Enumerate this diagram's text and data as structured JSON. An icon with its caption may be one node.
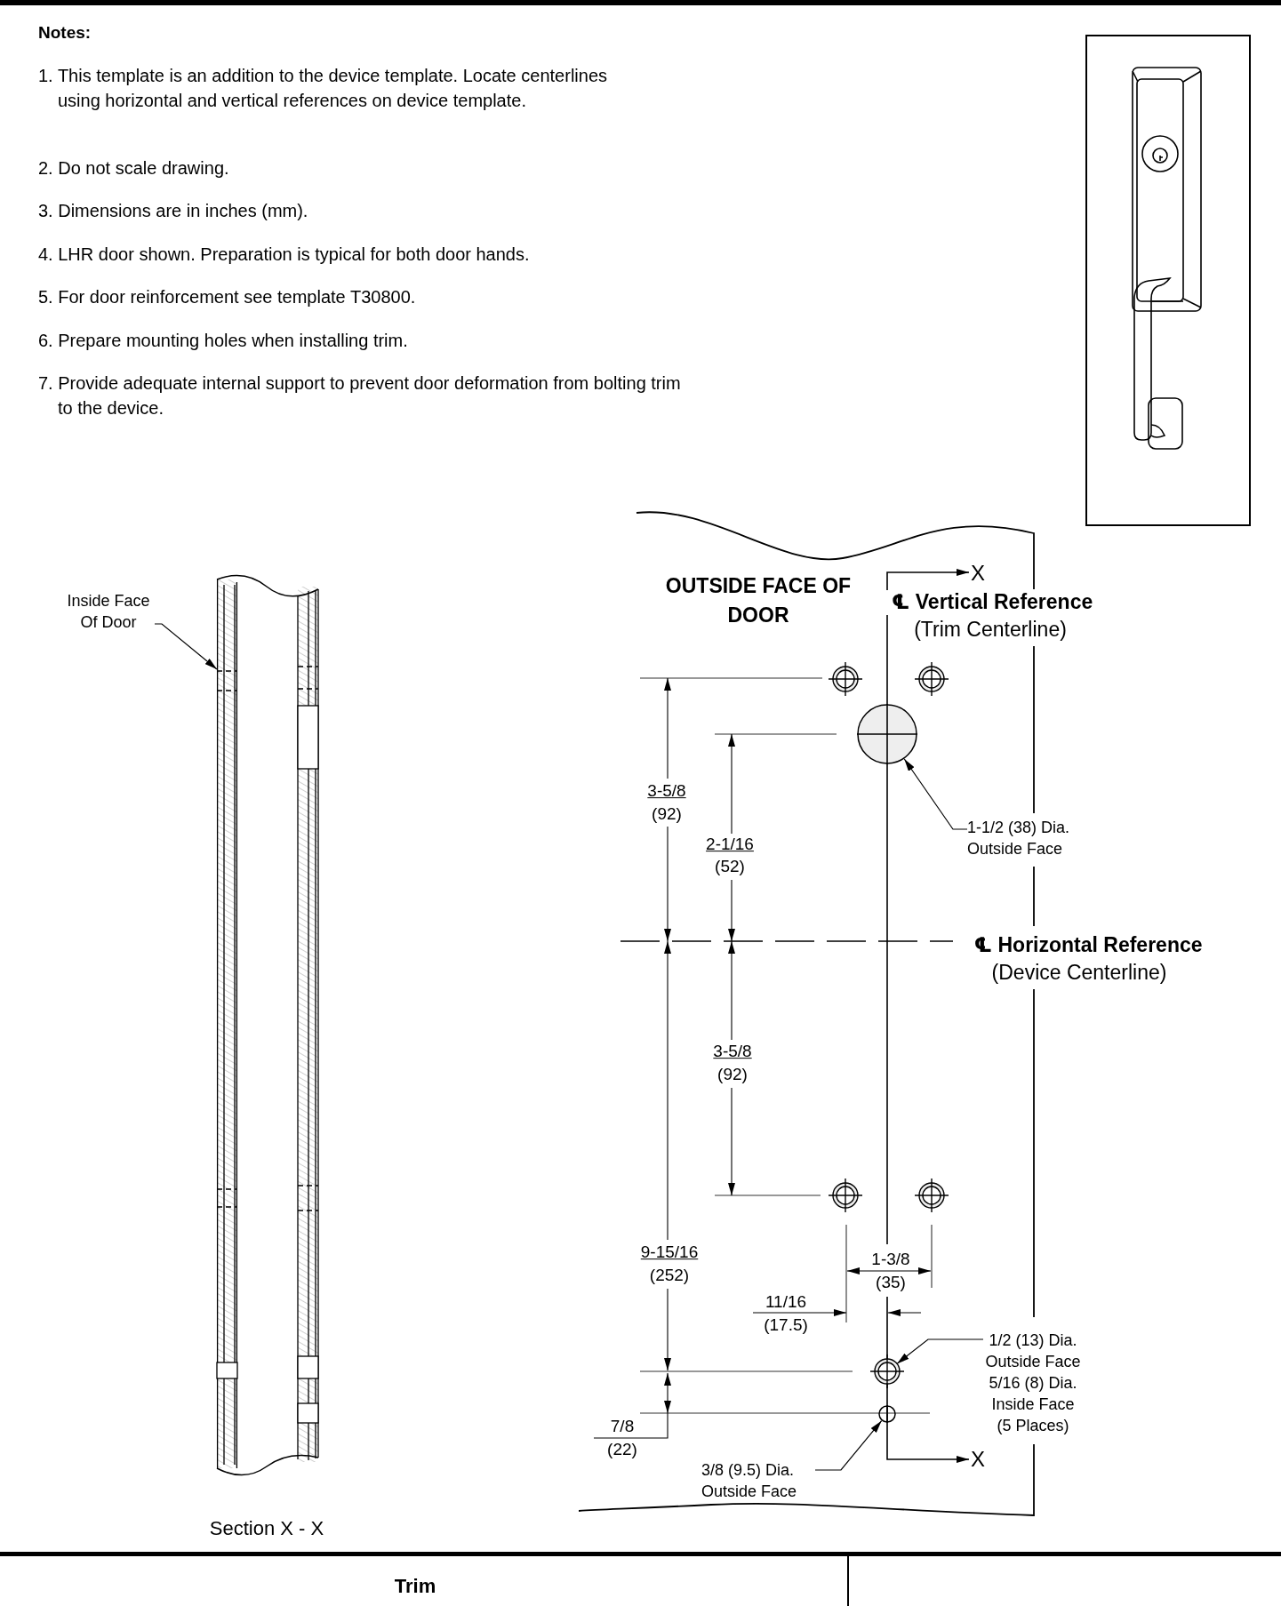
{
  "diagram": {
    "nodes": [
      {
        "text": [
          "Inside Face Of Door"
        ]
      },
      {
        "text": [],
        "shape": "circle"
      },
      {
        "text": [
          "1-1/2 (38) Dia. Outside Face"
        ]
      },
      {
        "text": [],
        "shape": "circle"
      },
      {
        "text": [
          "1/2 (13) Dia. Outside Face",
          "5/16 (8) Dia. Inside Face (5 Places)"
        ]
      },
      {
        "text": [],
        "shape": "circle"
      },
      {
        "text": [
          "3/8 (9.5) Dia. Outside Face"
        ]
      },
      {
        "text": [],
        "shape": "bar"
      }
    ],
    "edges": [
      {
        "from": 0,
        "to": 7,
        "arrow": "to"
      },
      {
        "from": 2,
        "to": 1,
        "arrow": "to"
      },
      {
        "from": 4,
        "to": 3,
        "arrow": "to"
      },
      {
        "from": 6,
        "to": 5,
        "arrow": "to"
      }
    ],
    "labels": [
      "Notes:",
      "1. This template is an addition to the device template. Locate centerlines using horizontal and vertical references on device template.",
      "2. Do not scale drawing.",
      "3. Dimensions are in inches (mm).",
      "4. LHR door shown. Preparation is typical for both door hands.",
      "5. For door reinforcement see template T30800.",
      "6. Prepare mounting holes when installing trim.",
      "7. Provide adequate internal support to prevent door deformation from bolting trim to the device.",
      "OUTSIDE FACE OF DOOR",
      "X",
      "℄ Vertical Reference",
      "(Trim Centerline)",
      "3-5/8",
      "(92)",
      "2-1/16",
      "(52)",
      "℄ Horizontal Reference",
      "(Device Centerline)",
      "3-5/8",
      "(92)",
      "9-15/16",
      "(252)",
      "1-3/8",
      "(35)",
      "11/16",
      "(17.5)",
      "7/8",
      "(22)",
      "X",
      "Section X - X",
      "Trim"
    ]
  }
}
